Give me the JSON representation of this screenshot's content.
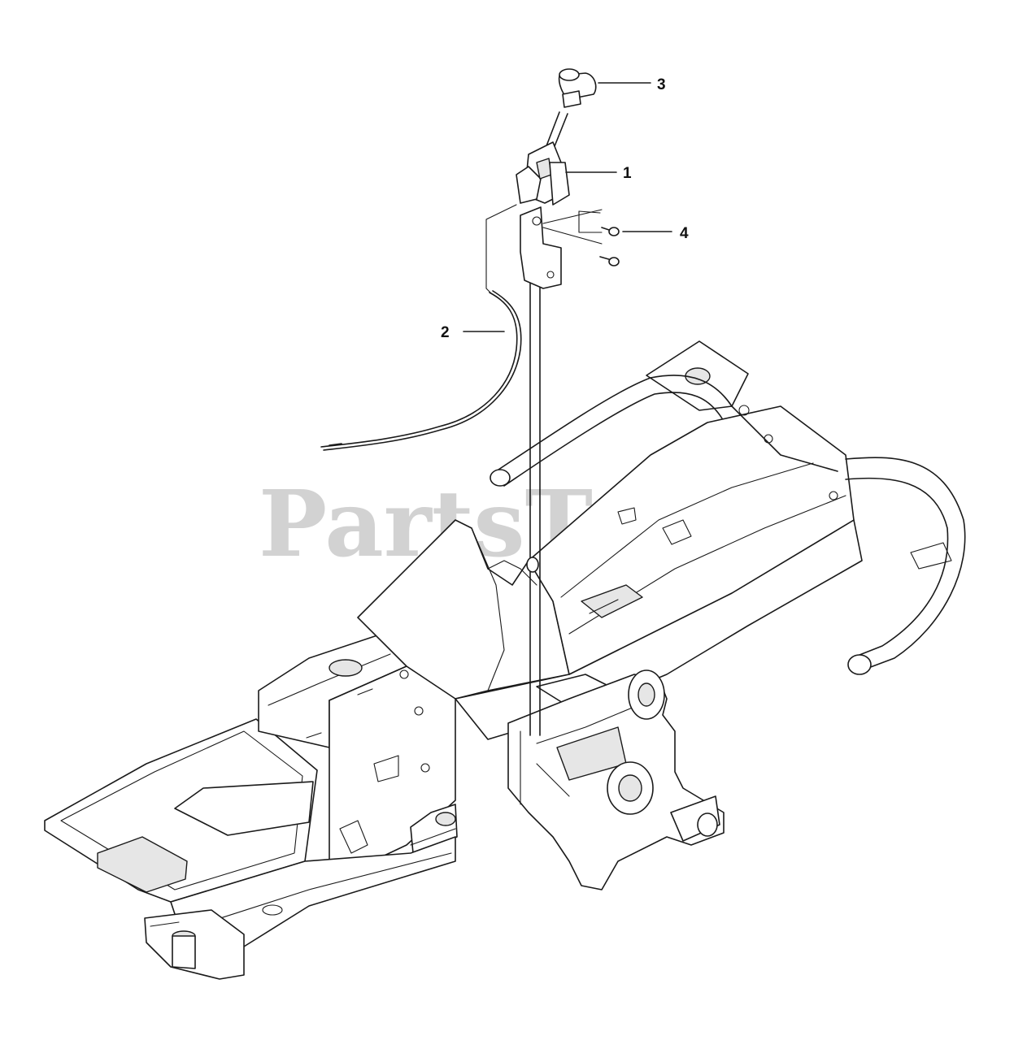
{
  "watermark": {
    "text": "PartsTree"
  },
  "callouts": [
    {
      "id": "3",
      "label": "3"
    },
    {
      "id": "1",
      "label": "1"
    },
    {
      "id": "4",
      "label": "4"
    },
    {
      "id": "2",
      "label": "2"
    }
  ],
  "colors": {
    "line": "#1a1a1a",
    "background": "#ffffff",
    "watermark": "#c8c8c8"
  }
}
